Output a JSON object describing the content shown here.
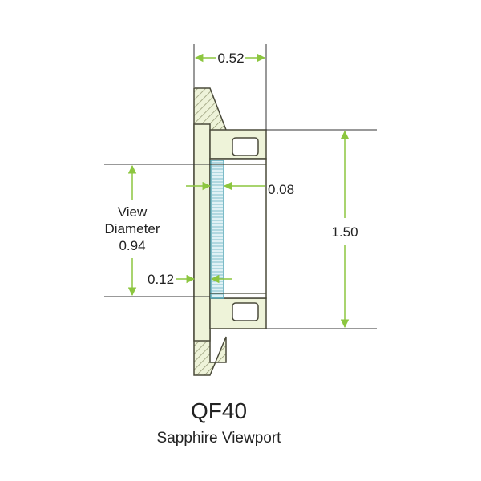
{
  "title": "QF40",
  "subtitle": "Sapphire Viewport",
  "dimensions": {
    "flange_thickness": "0.52",
    "outer_height": "1.50",
    "window_thickness": "0.08",
    "window_offset": "0.12",
    "view_diameter_line1": "View",
    "view_diameter_line2": "Diameter",
    "view_diameter_value": "0.94"
  },
  "colors": {
    "part_fill": "#eef3d9",
    "outline": "#4a4a3a",
    "hatch": "#8a8f6a",
    "dimension": "#8cc63f",
    "leader": "#333333",
    "window_fill": "#dff1f5",
    "window_stroke": "#5aa9b8"
  }
}
